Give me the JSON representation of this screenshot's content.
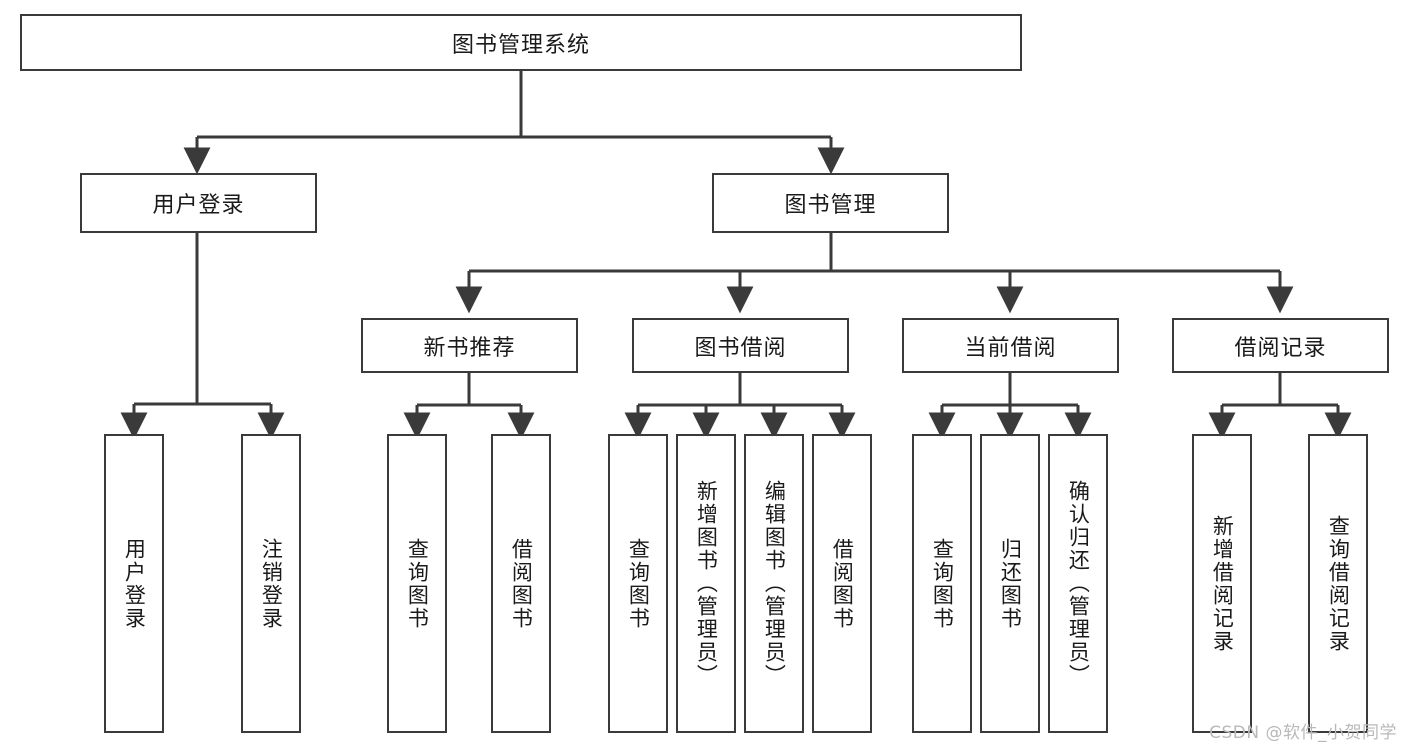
{
  "diagram": {
    "title": "图书管理系统",
    "type": "tree-hierarchy",
    "root": {
      "label": "图书管理系统"
    },
    "level1": [
      {
        "label": "用户登录"
      },
      {
        "label": "图书管理"
      }
    ],
    "level2": [
      {
        "label": "新书推荐"
      },
      {
        "label": "图书借阅"
      },
      {
        "label": "当前借阅"
      },
      {
        "label": "借阅记录"
      }
    ],
    "leaves": {
      "user_login": [
        {
          "label": "用户登录"
        },
        {
          "label": "注销登录"
        }
      ],
      "new_book_recommend": [
        {
          "label": "查询图书"
        },
        {
          "label": "借阅图书"
        }
      ],
      "book_borrow": [
        {
          "label": "查询图书"
        },
        {
          "label": "新增图书（管理员）"
        },
        {
          "label": "编辑图书（管理员）"
        },
        {
          "label": "借阅图书"
        }
      ],
      "current_borrow": [
        {
          "label": "查询图书"
        },
        {
          "label": "归还图书"
        },
        {
          "label": "确认归还（管理员）"
        }
      ],
      "borrow_record": [
        {
          "label": "新增借阅记录"
        },
        {
          "label": "查询借阅记录"
        }
      ]
    }
  },
  "watermark": {
    "text": "CSDN @软件_小贺同学"
  },
  "colors": {
    "border": "#3a3a3a",
    "background": "#ffffff",
    "text": "#1a1a1a",
    "watermark": "#b9b9b9"
  }
}
